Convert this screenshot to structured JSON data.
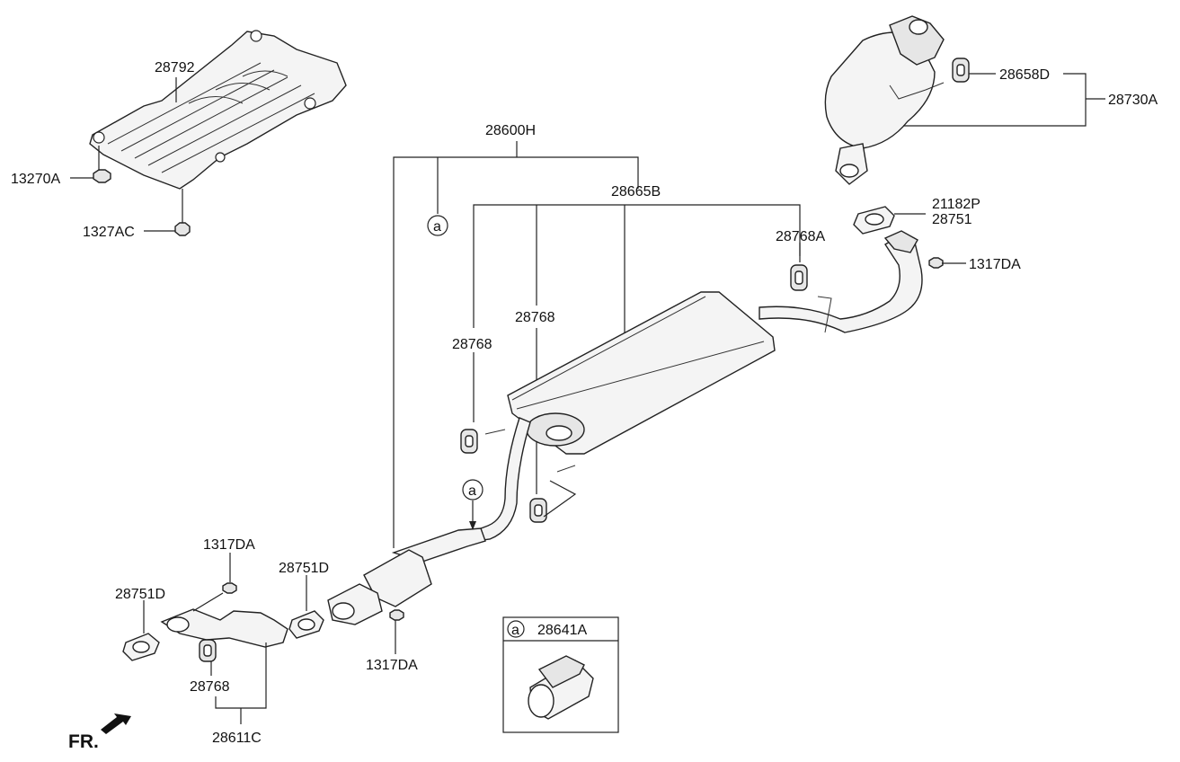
{
  "labels": {
    "l28792": "28792",
    "l13270A": "13270A",
    "l1327AC": "1327AC",
    "l28600H": "28600H",
    "l28665B": "28665B",
    "l28658D": "28658D",
    "l28730A": "28730A",
    "l21182P": "21182P",
    "l28751": "28751",
    "l28768A": "28768A",
    "l1317DA_r": "1317DA",
    "l28768_a": "28768",
    "l28768_b": "28768",
    "l1317DA_top": "1317DA",
    "l28751D_l": "28751D",
    "l28751D_m": "28751D",
    "l1317DA_mid": "1317DA",
    "l28768_c": "28768",
    "l28611C": "28611C",
    "l28641A": "28641A",
    "ref_a": "a",
    "fr": "FR."
  }
}
